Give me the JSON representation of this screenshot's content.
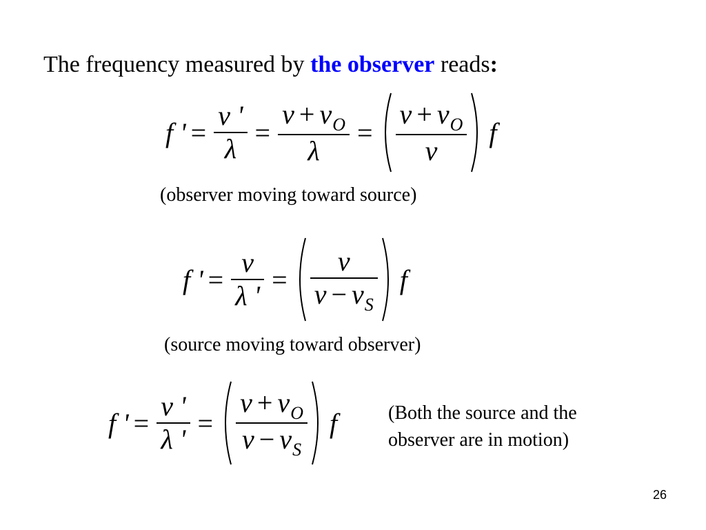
{
  "slide": {
    "heading": {
      "prefix": "The frequency measured by ",
      "highlight": "the observer",
      "suffix": " reads",
      "colon": ":"
    },
    "colors": {
      "highlight": "#0000ff",
      "text": "#000000"
    },
    "equation1": {
      "lhs": "f '",
      "eq": "=",
      "frac1_num": "v '",
      "frac1_den": "λ",
      "frac2_num_v": "v",
      "frac2_num_plus": "+",
      "frac2_num_vo": "v",
      "frac2_num_vo_sub": "O",
      "frac2_den": "λ",
      "paren_num_v": "v",
      "paren_num_plus": "+",
      "paren_num_vo": "v",
      "paren_num_vo_sub": "O",
      "paren_den": "v",
      "tail": "f"
    },
    "note1": "(observer moving toward source)",
    "equation2": {
      "lhs": "f '",
      "eq": "=",
      "frac1_num": "v",
      "frac1_den": "λ '",
      "paren_num": "v",
      "paren_den_v": "v",
      "paren_den_minus": "−",
      "paren_den_vs": "v",
      "paren_den_vs_sub": "S",
      "tail": "f"
    },
    "note2": "(source moving toward observer)",
    "equation3": {
      "lhs": "f '",
      "eq": "=",
      "frac1_num": "v '",
      "frac1_den": "λ '",
      "paren_num_v": "v",
      "paren_num_plus": "+",
      "paren_num_vo": "v",
      "paren_num_vo_sub": "O",
      "paren_den_v": "v",
      "paren_den_minus": "−",
      "paren_den_vs": "v",
      "paren_den_vs_sub": "S",
      "tail": "f"
    },
    "note3": "(Both the source and the observer are in motion)",
    "page_number": "26"
  }
}
